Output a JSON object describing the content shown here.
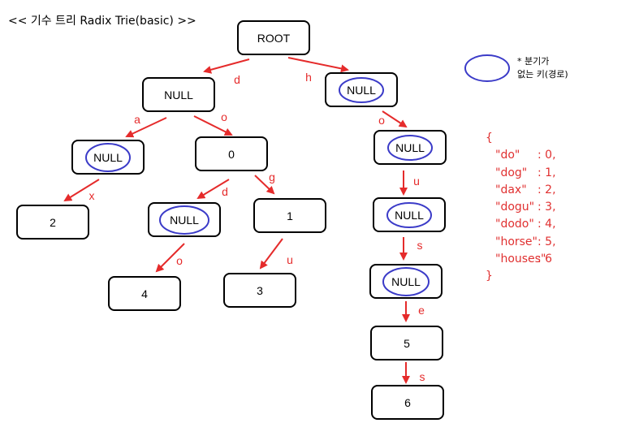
{
  "title": "<< 기수 트리 Radix Trie(basic) >>",
  "legend": {
    "line1": "* 분기가",
    "line2": "없는 키(경로)"
  },
  "colors": {
    "edge": "#e52b2b",
    "edge_label": "#e52b2b",
    "node_border": "#000000",
    "key_ellipse": "#3b3bc8",
    "kv_text": "#e03030"
  },
  "nodes": {
    "root": "ROOT",
    "d": "NULL",
    "h": "NULL",
    "da": "NULL",
    "do": "0",
    "ho": "NULL",
    "dax": "2",
    "dod": "NULL",
    "dog": "1",
    "hou": "NULL",
    "dodo": "4",
    "dogu": "3",
    "hous": "NULL",
    "house": "5",
    "houses": "6"
  },
  "edge_labels": {
    "root_d": "d",
    "root_h": "h",
    "d_a": "a",
    "d_o": "o",
    "h_o": "o",
    "da_x": "x",
    "do_d": "d",
    "do_g": "g",
    "ho_u": "u",
    "dod_o": "o",
    "dog_u": "u",
    "hou_s": "s",
    "hous_e": "e",
    "house_s": "s"
  },
  "kv": {
    "open": "{",
    "close": "}",
    "items": [
      {
        "key": "\"do\"",
        "value": ": 0,"
      },
      {
        "key": "\"dog\"",
        "value": ": 1,"
      },
      {
        "key": "\"dax\"",
        "value": ": 2,"
      },
      {
        "key": "\"dogu\"",
        "value": ": 3,"
      },
      {
        "key": "\"dodo\"",
        "value": ": 4,"
      },
      {
        "key": "\"horse\"",
        "value": ": 5,"
      },
      {
        "key": "\"houses\"",
        "value": ": 6"
      }
    ]
  }
}
